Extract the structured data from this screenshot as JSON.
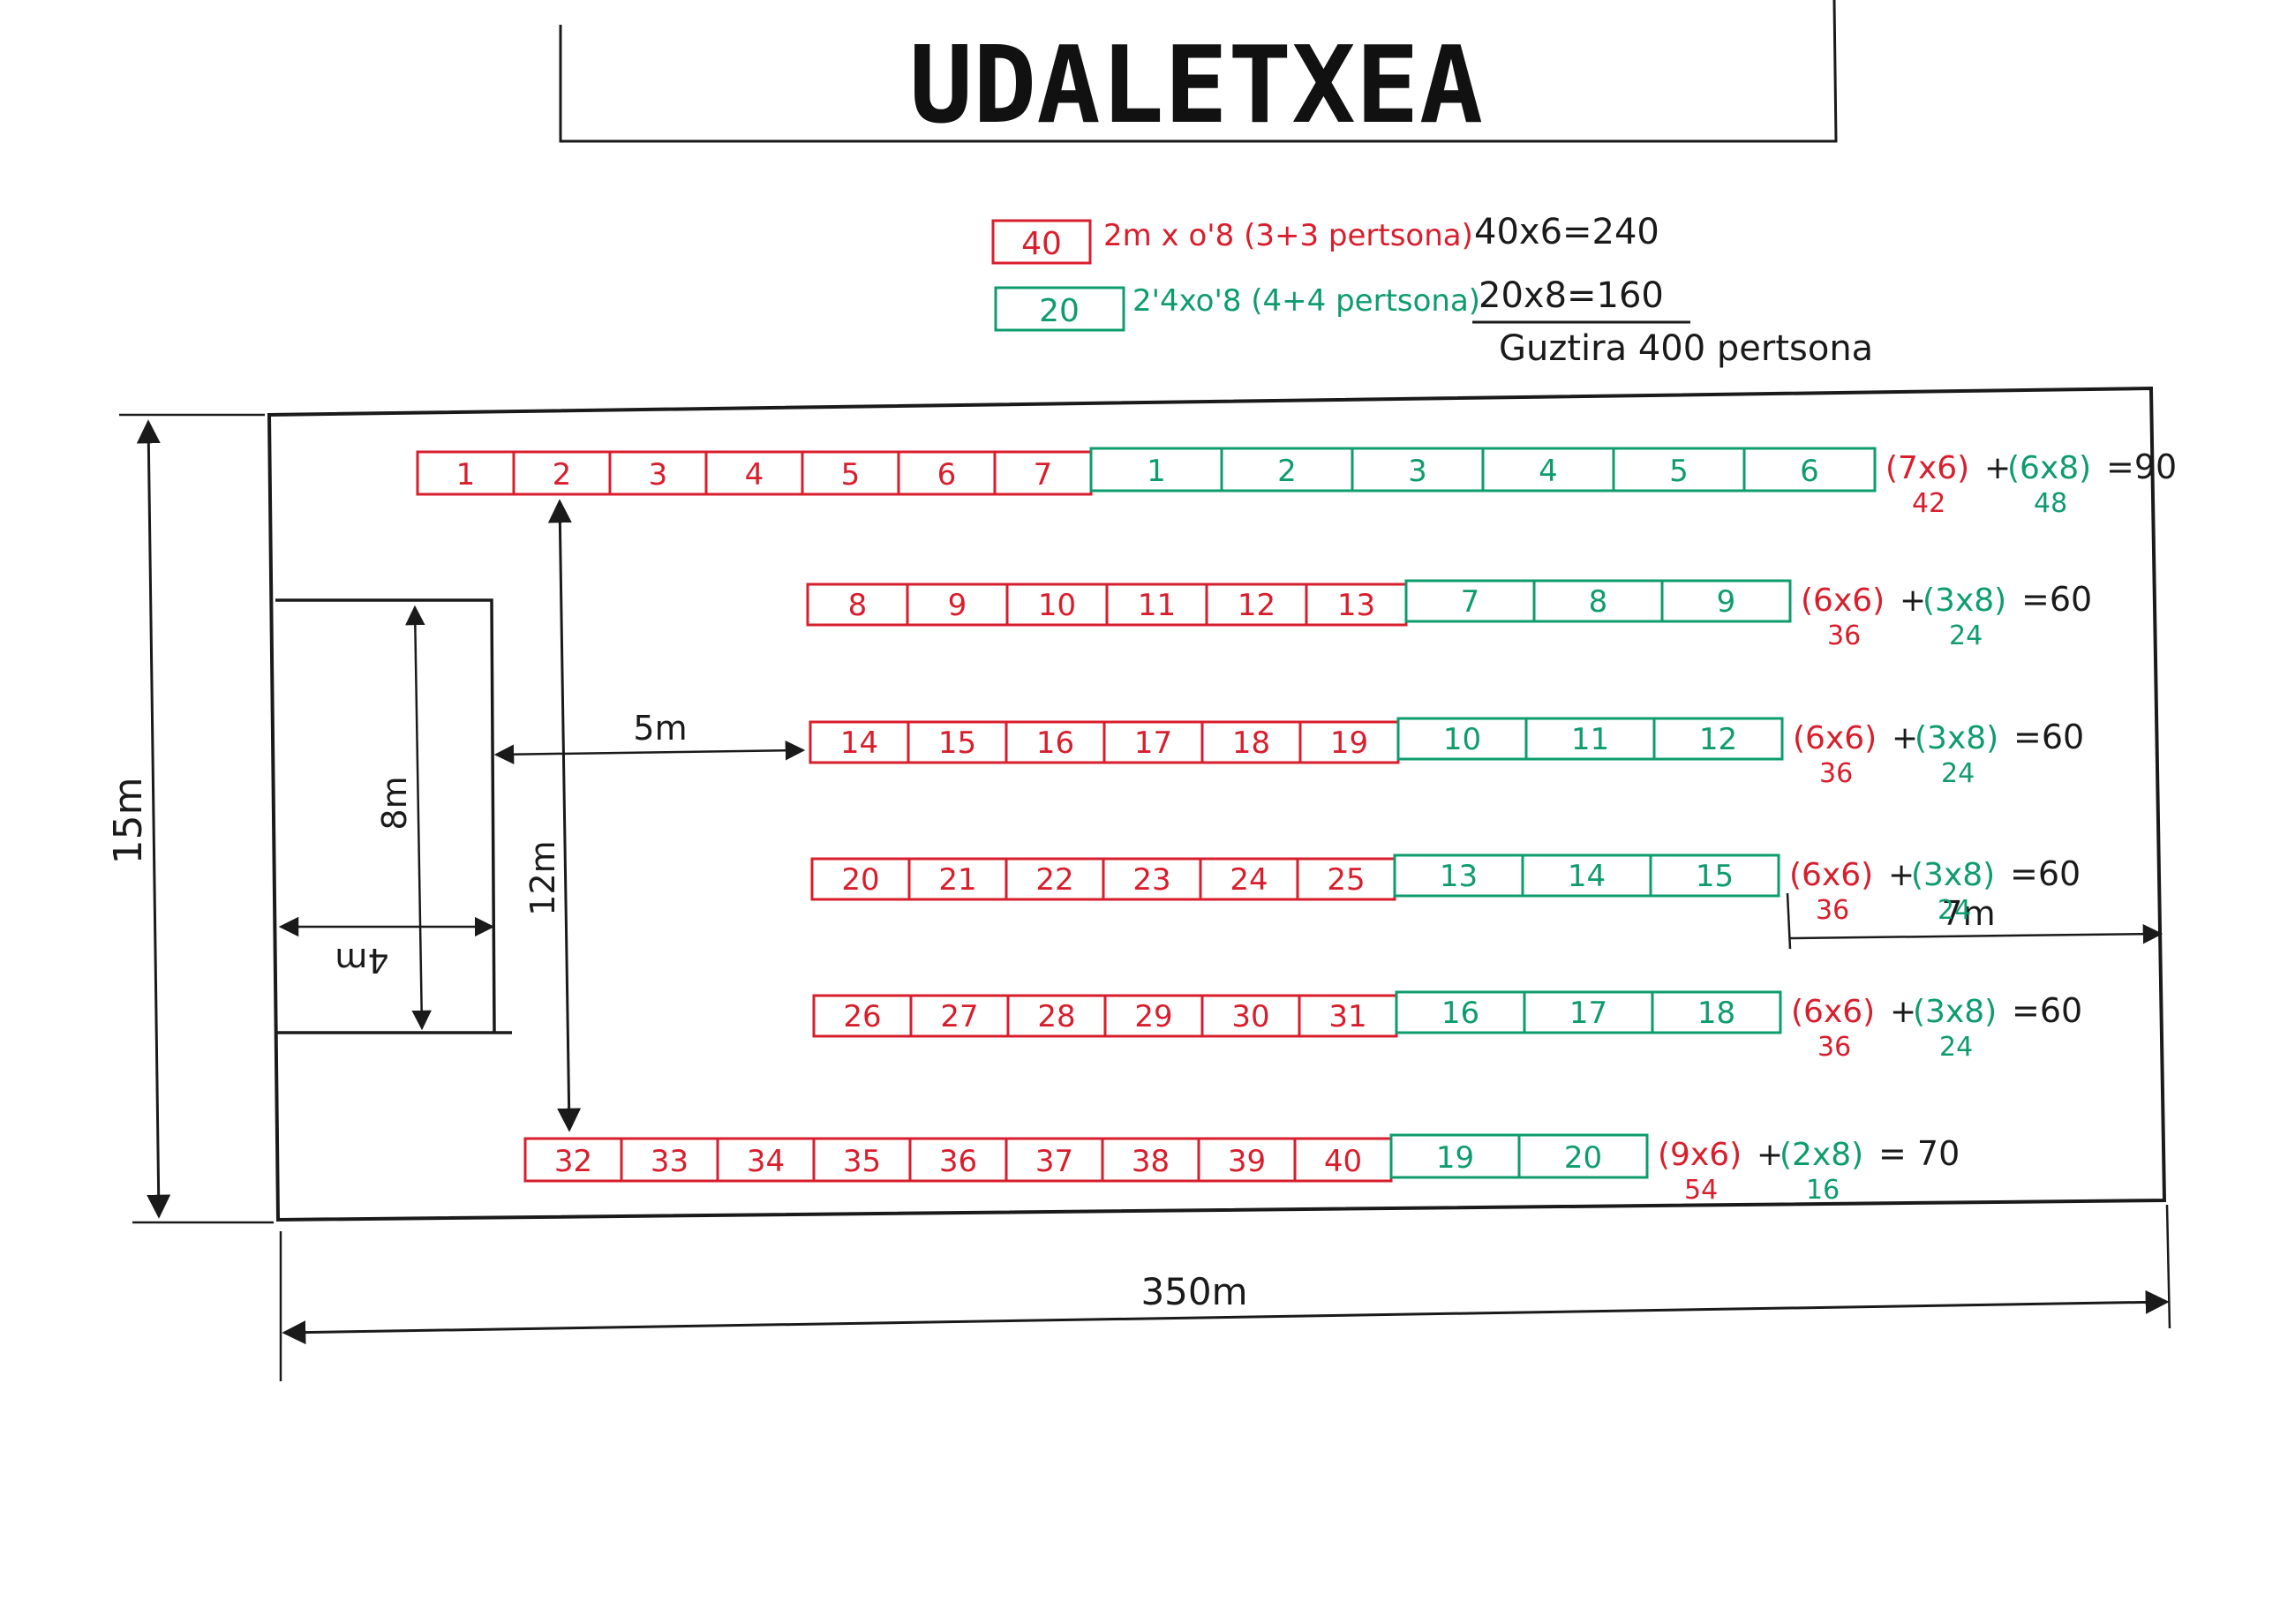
{
  "title": "UDALETXEA",
  "colors": {
    "red": "#d81e2c",
    "green": "#0e9c6e",
    "ink": "#1a1a1a"
  },
  "legend": {
    "red": {
      "count": "40",
      "desc": "2m x o'8 (3+3 pertsona)",
      "calc": "40x6=240"
    },
    "green": {
      "count": "20",
      "desc": "2'4xo'8 (4+4 pertsona)",
      "calc": "20x8=160"
    },
    "total": "Guztira 400 pertsona"
  },
  "dims": {
    "width": "350m",
    "height": "15m",
    "stage_height": "8m",
    "stage_width": "4m",
    "gap": "5m",
    "rows_span": "12m",
    "right_gap": "7m"
  },
  "rows": [
    {
      "red": [
        "1",
        "2",
        "3",
        "4",
        "5",
        "6",
        "7"
      ],
      "green": [
        "1",
        "2",
        "3",
        "4",
        "5",
        "6"
      ],
      "f": {
        "a": "(7x6)",
        "plus": "+",
        "b": "(6x8)",
        "eq": "=90",
        "as": "42",
        "bs": "48"
      }
    },
    {
      "red": [
        "8",
        "9",
        "10",
        "11",
        "12",
        "13"
      ],
      "green": [
        "7",
        "8",
        "9"
      ],
      "f": {
        "a": "(6x6)",
        "plus": "+",
        "b": "(3x8)",
        "eq": "=60",
        "as": "36",
        "bs": "24"
      }
    },
    {
      "red": [
        "14",
        "15",
        "16",
        "17",
        "18",
        "19"
      ],
      "green": [
        "10",
        "11",
        "12"
      ],
      "f": {
        "a": "(6x6)",
        "plus": "+",
        "b": "(3x8)",
        "eq": "=60",
        "as": "36",
        "bs": "24"
      }
    },
    {
      "red": [
        "20",
        "21",
        "22",
        "23",
        "24",
        "25"
      ],
      "green": [
        "13",
        "14",
        "15"
      ],
      "f": {
        "a": "(6x6)",
        "plus": "+",
        "b": "(3x8)",
        "eq": "=60",
        "as": "36",
        "bs": "24"
      }
    },
    {
      "red": [
        "26",
        "27",
        "28",
        "29",
        "30",
        "31"
      ],
      "green": [
        "16",
        "17",
        "18"
      ],
      "f": {
        "a": "(6x6)",
        "plus": "+",
        "b": "(3x8)",
        "eq": "=60",
        "as": "36",
        "bs": "24"
      }
    },
    {
      "red": [
        "32",
        "33",
        "34",
        "35",
        "36",
        "37",
        "38",
        "39",
        "40"
      ],
      "green": [
        "19",
        "20"
      ],
      "f": {
        "a": "(9x6)",
        "plus": "+",
        "b": "(2x8)",
        "eq": "= 70",
        "as": "54",
        "bs": "16"
      }
    }
  ]
}
